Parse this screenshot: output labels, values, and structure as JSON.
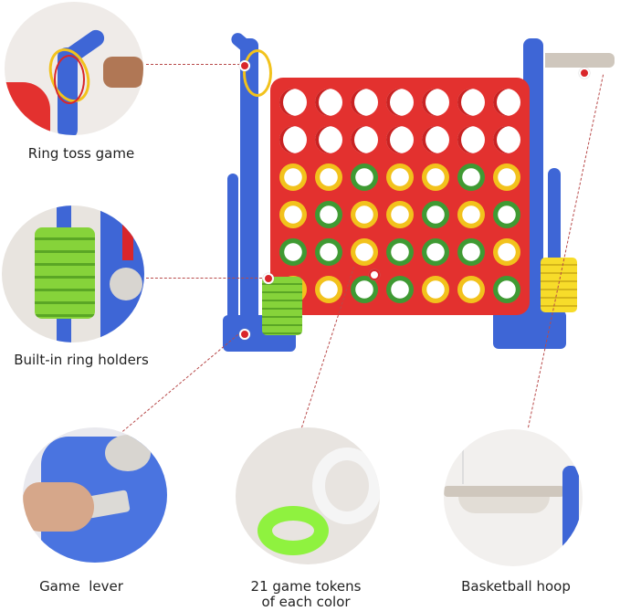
{
  "features": [
    {
      "label": "Ring toss game"
    },
    {
      "label": "Built-in ring holders"
    },
    {
      "label": "Game  lever"
    },
    {
      "label": "21 game tokens",
      "label2": "of each color"
    },
    {
      "label": "Basketball hoop"
    }
  ],
  "board": {
    "columns": 7,
    "rows": 6,
    "grid": [
      [
        "E",
        "E",
        "E",
        "E",
        "E",
        "E",
        "E"
      ],
      [
        "E",
        "E",
        "E",
        "E",
        "E",
        "E",
        "E"
      ],
      [
        "Y",
        "Y",
        "G",
        "Y",
        "Y",
        "G",
        "Y"
      ],
      [
        "Y",
        "G",
        "Y",
        "Y",
        "G",
        "Y",
        "G"
      ],
      [
        "G",
        "G",
        "Y",
        "G",
        "G",
        "G",
        "Y"
      ],
      [
        "Y",
        "Y",
        "G",
        "G",
        "Y",
        "Y",
        "G"
      ]
    ]
  },
  "colors": {
    "frame": "#3e66d6",
    "board": "#e3312f",
    "token_yellow": "#f2c21c",
    "token_green": "#3f9a33",
    "leader": "#b84a4a"
  }
}
